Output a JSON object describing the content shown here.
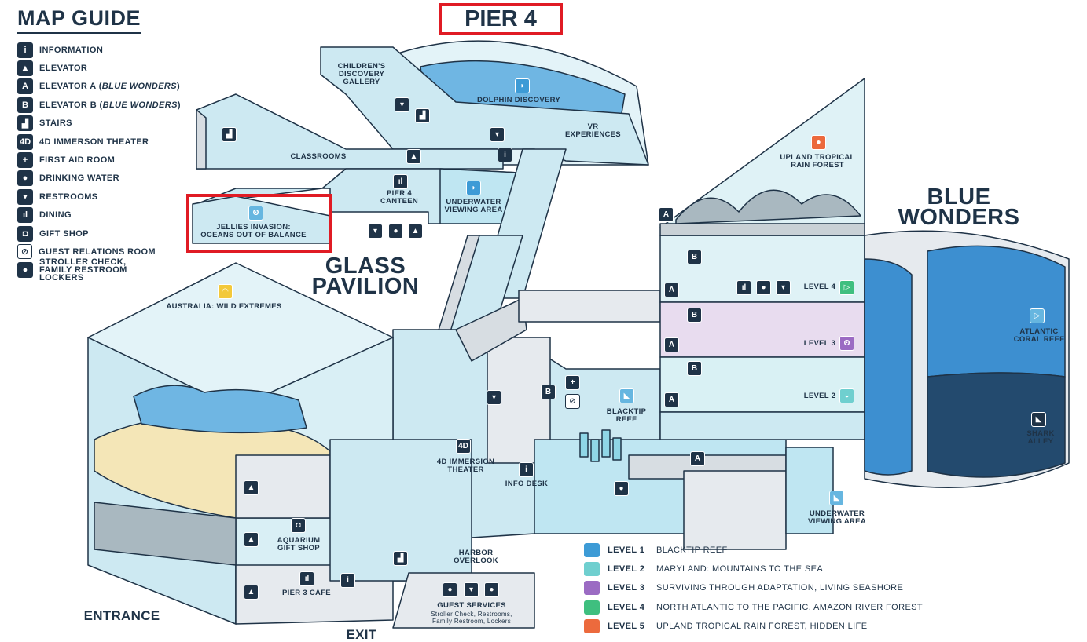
{
  "title": "MAP GUIDE",
  "guide": [
    {
      "icon": "information-icon",
      "glyph": "i",
      "label": "INFORMATION"
    },
    {
      "icon": "elevator-icon",
      "glyph": "▲",
      "label": "ELEVATOR"
    },
    {
      "icon": "elevator-a-icon",
      "glyph": "A",
      "label_pre": "ELEVATOR A (",
      "label_em": "BLUE WONDERS",
      "label_post": ")"
    },
    {
      "icon": "elevator-b-icon",
      "glyph": "B",
      "label_pre": "ELEVATOR B (",
      "label_em": "BLUE WONDERS",
      "label_post": ")"
    },
    {
      "icon": "stairs-icon",
      "glyph": "▟",
      "label": "STAIRS"
    },
    {
      "icon": "4d-icon",
      "glyph": "4D",
      "label": "4D IMMERSON THEATER"
    },
    {
      "icon": "first-aid-icon",
      "glyph": "+",
      "label": "FIRST AID ROOM"
    },
    {
      "icon": "drinking-water-icon",
      "glyph": "●",
      "label": "DRINKING WATER"
    },
    {
      "icon": "restroom-icon",
      "glyph": "▾",
      "label": "RESTROOMS"
    },
    {
      "icon": "dining-icon",
      "glyph": "ıl",
      "label": "DINING"
    },
    {
      "icon": "gift-shop-icon",
      "glyph": "◘",
      "label": "GIFT SHOP"
    },
    {
      "icon": "guest-relations-icon",
      "glyph": "⊘",
      "label": "GUEST RELATIONS ROOM"
    },
    {
      "icon": "stroller-icon",
      "glyph": "●",
      "label": "STROLLER CHECK,\nFAMILY RESTROOM\nLOCKERS"
    }
  ],
  "pier": "PIER 4",
  "buildings": {
    "glass_pavilion": [
      "GLASS",
      "PAVILION"
    ],
    "blue_wonders": [
      "BLUE",
      "WONDERS"
    ]
  },
  "labels": {
    "childrens": "CHILDREN'S\nDISCOVERY\nGALLERY",
    "dolphin": "DOLPHIN DISCOVERY",
    "vr": "VR\nEXPERIENCES",
    "classrooms": "CLASSROOMS",
    "canteen": "PIER 4\nCANTEEN",
    "underwater1": "UNDERWATER\nVIEWING AREA",
    "jellies": "JELLIES INVASION:\nOCEANS OUT OF BALANCE",
    "upland": "UPLAND TROPICAL\nRAIN FOREST",
    "australia": "AUSTRALIA: WILD EXTREMES",
    "level4": "LEVEL 4",
    "level3": "LEVEL 3",
    "level2": "LEVEL 2",
    "atlantic": "ATLANTIC\nCORAL REEF",
    "shark": "SHARK\nALLEY",
    "blacktip": "BLACKTIP\nREEF",
    "theater": "4D IMMERSION\nTHEATER",
    "info_desk": "INFO DESK",
    "underwater2": "UNDERWATER\nVIEWING AREA",
    "gift": "AQUARIUM\nGIFT SHOP",
    "harbor": "HARBOR\nOVERLOOK",
    "cafe": "PIER 3 CAFE",
    "guest_services": "GUEST SERVICES",
    "guest_services_sub": "Stroller Check, Restrooms,\nFamily Restroom, Lockers",
    "entrance": "ENTRANCE",
    "exit": "EXIT"
  },
  "levels": [
    {
      "name": "LEVEL 1",
      "desc": "BLACKTIP REEF",
      "color": "#3d9bd6"
    },
    {
      "name": "LEVEL 2",
      "desc": "MARYLAND: MOUNTAINS TO THE SEA",
      "color": "#6fcfcf"
    },
    {
      "name": "LEVEL 3",
      "desc": "SURVIVING THROUGH ADAPTATION, LIVING SEASHORE",
      "color": "#9b6bc3"
    },
    {
      "name": "LEVEL 4",
      "desc": "NORTH ATLANTIC TO THE PACIFIC, AMAZON RIVER FOREST",
      "color": "#3fbf7f"
    },
    {
      "name": "LEVEL 5",
      "desc": "UPLAND TROPICAL RAIN FOREST, HIDDEN LIFE",
      "color": "#ec6a3d"
    }
  ],
  "colors": {
    "navy": "#1f3347",
    "highlight": "#e01b24",
    "water": "#bfe6f2",
    "wall": "#d7dde2"
  }
}
